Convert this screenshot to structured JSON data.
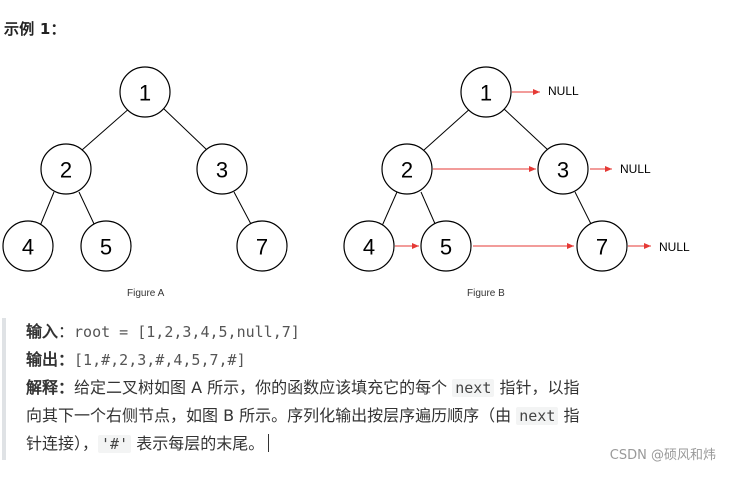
{
  "example": {
    "heading": "示例 1："
  },
  "figure_a": {
    "caption": "Figure A",
    "nodes": [
      "1",
      "2",
      "3",
      "4",
      "5",
      "7"
    ]
  },
  "figure_b": {
    "caption": "Figure B",
    "nodes": [
      "1",
      "2",
      "3",
      "4",
      "5",
      "7"
    ],
    "null_label": "NULL"
  },
  "io": {
    "input_label": "输入",
    "input_colon": "：",
    "input_value": "root = [1,2,3,4,5,null,7]",
    "output_label": "输出：",
    "output_value": "[1,#,2,3,#,4,5,7,#]",
    "explain_label": "解释：",
    "explain_line1_a": "给定二叉树如图 A 所示，你的函数应该填充它的每个 ",
    "explain_code1": "next",
    "explain_line1_b": " 指针，以指",
    "explain_line2_a": "向其下一个右侧节点，如图 B 所示。序列化输出按层序遍历顺序（由 ",
    "explain_code2": "next",
    "explain_line2_b": " 指",
    "explain_line3_a": "针连接），",
    "explain_code3": "'#'",
    "explain_line3_b": " 表示每层的末尾。"
  },
  "watermark": "CSDN @硕风和炜",
  "colors": {
    "arrow": "#e53935",
    "node_stroke": "#000000",
    "blockquote_border": "#dfe2e5"
  }
}
